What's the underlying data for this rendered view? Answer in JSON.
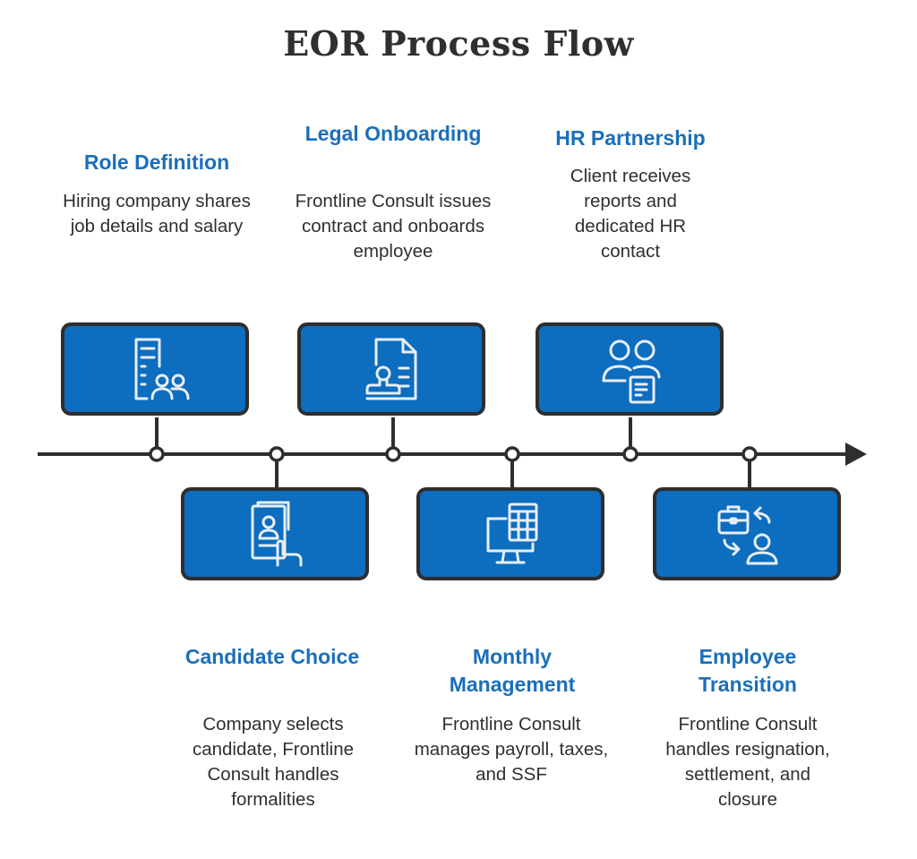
{
  "title": "EOR Process Flow",
  "steps": [
    {
      "heading": "Role Definition",
      "description": "Hiring company shares job details and salary",
      "icon": "job-document-people-icon"
    },
    {
      "heading": "Candidate Choice",
      "description": "Company selects candidate, Frontline Consult handles formalities",
      "icon": "candidate-selection-icon"
    },
    {
      "heading": "Legal Onboarding",
      "description": "Frontline Consult issues contract and onboards employee",
      "icon": "contract-stamp-icon"
    },
    {
      "heading": "Monthly Management",
      "description": "Frontline Consult manages payroll, taxes, and SSF",
      "icon": "payroll-monitor-icon"
    },
    {
      "heading": "HR Partnership",
      "description": "Client receives reports and dedicated HR contact",
      "icon": "hr-contact-report-icon"
    },
    {
      "heading": "Employee Transition",
      "description": "Frontline Consult handles resignation, settlement, and closure",
      "icon": "employee-transition-icon"
    }
  ],
  "colors": {
    "accent": "#1a6fba",
    "card": "#0d6dbf",
    "line": "#2e2e2e",
    "text": "#2f2f2f"
  }
}
